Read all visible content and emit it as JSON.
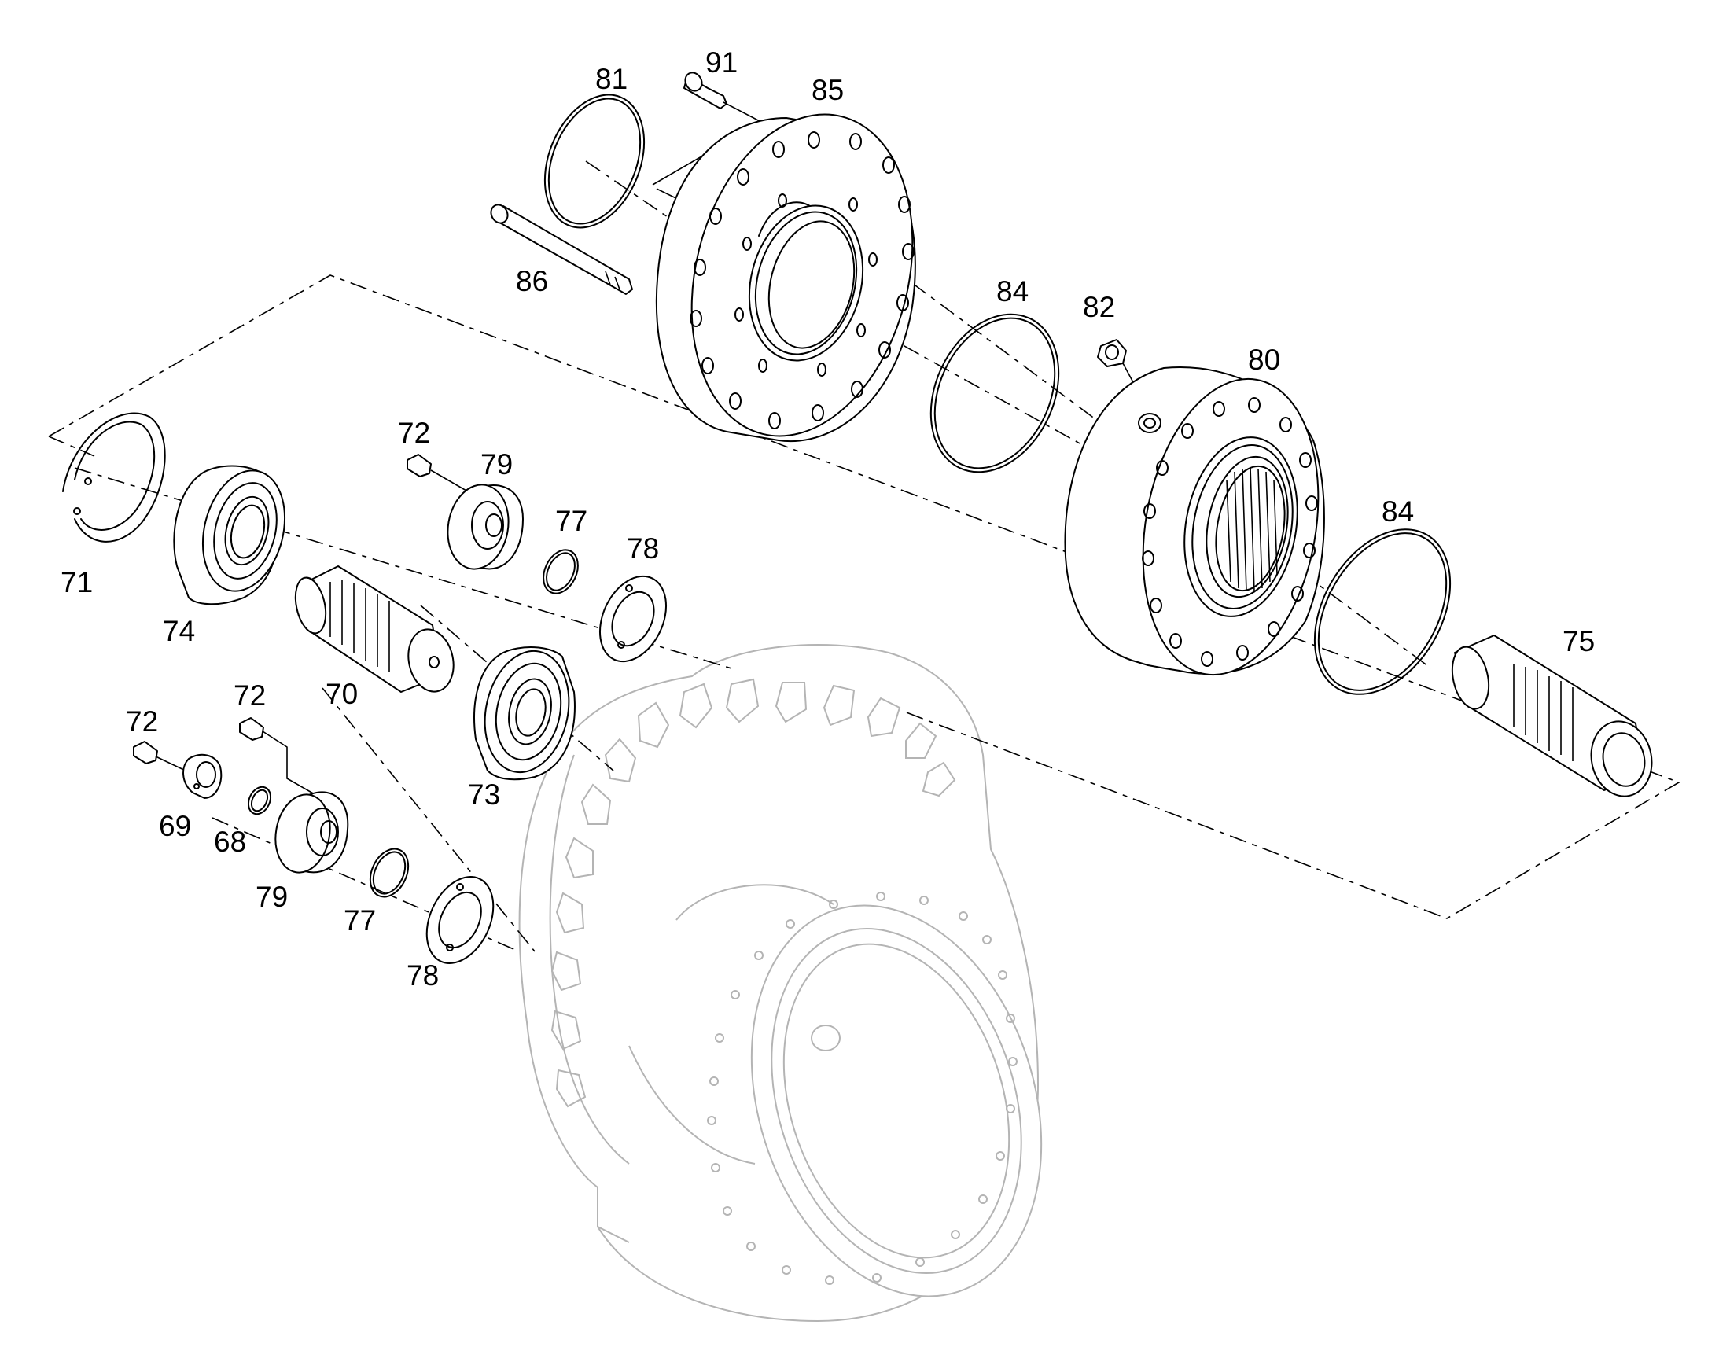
{
  "diagram": {
    "callouts": [
      {
        "id": "c81",
        "text": "81"
      },
      {
        "id": "c91",
        "text": "91"
      },
      {
        "id": "c85",
        "text": "85"
      },
      {
        "id": "c86",
        "text": "86"
      },
      {
        "id": "c84a",
        "text": "84"
      },
      {
        "id": "c82",
        "text": "82"
      },
      {
        "id": "c80",
        "text": "80"
      },
      {
        "id": "c72a",
        "text": "72"
      },
      {
        "id": "c79a",
        "text": "79"
      },
      {
        "id": "c77a",
        "text": "77"
      },
      {
        "id": "c78a",
        "text": "78"
      },
      {
        "id": "c71",
        "text": "71"
      },
      {
        "id": "c74",
        "text": "74"
      },
      {
        "id": "c70",
        "text": "70"
      },
      {
        "id": "c84b",
        "text": "84"
      },
      {
        "id": "c75",
        "text": "75"
      },
      {
        "id": "c73",
        "text": "73"
      },
      {
        "id": "c72b",
        "text": "72"
      },
      {
        "id": "c72c",
        "text": "72"
      },
      {
        "id": "c69",
        "text": "69"
      },
      {
        "id": "c68",
        "text": "68"
      },
      {
        "id": "c79b",
        "text": "79"
      },
      {
        "id": "c77b",
        "text": "77"
      },
      {
        "id": "c78b",
        "text": "78"
      }
    ],
    "colors": {
      "ink": "#000000",
      "ghost": "#b4b4b4",
      "background": "#ffffff"
    }
  }
}
